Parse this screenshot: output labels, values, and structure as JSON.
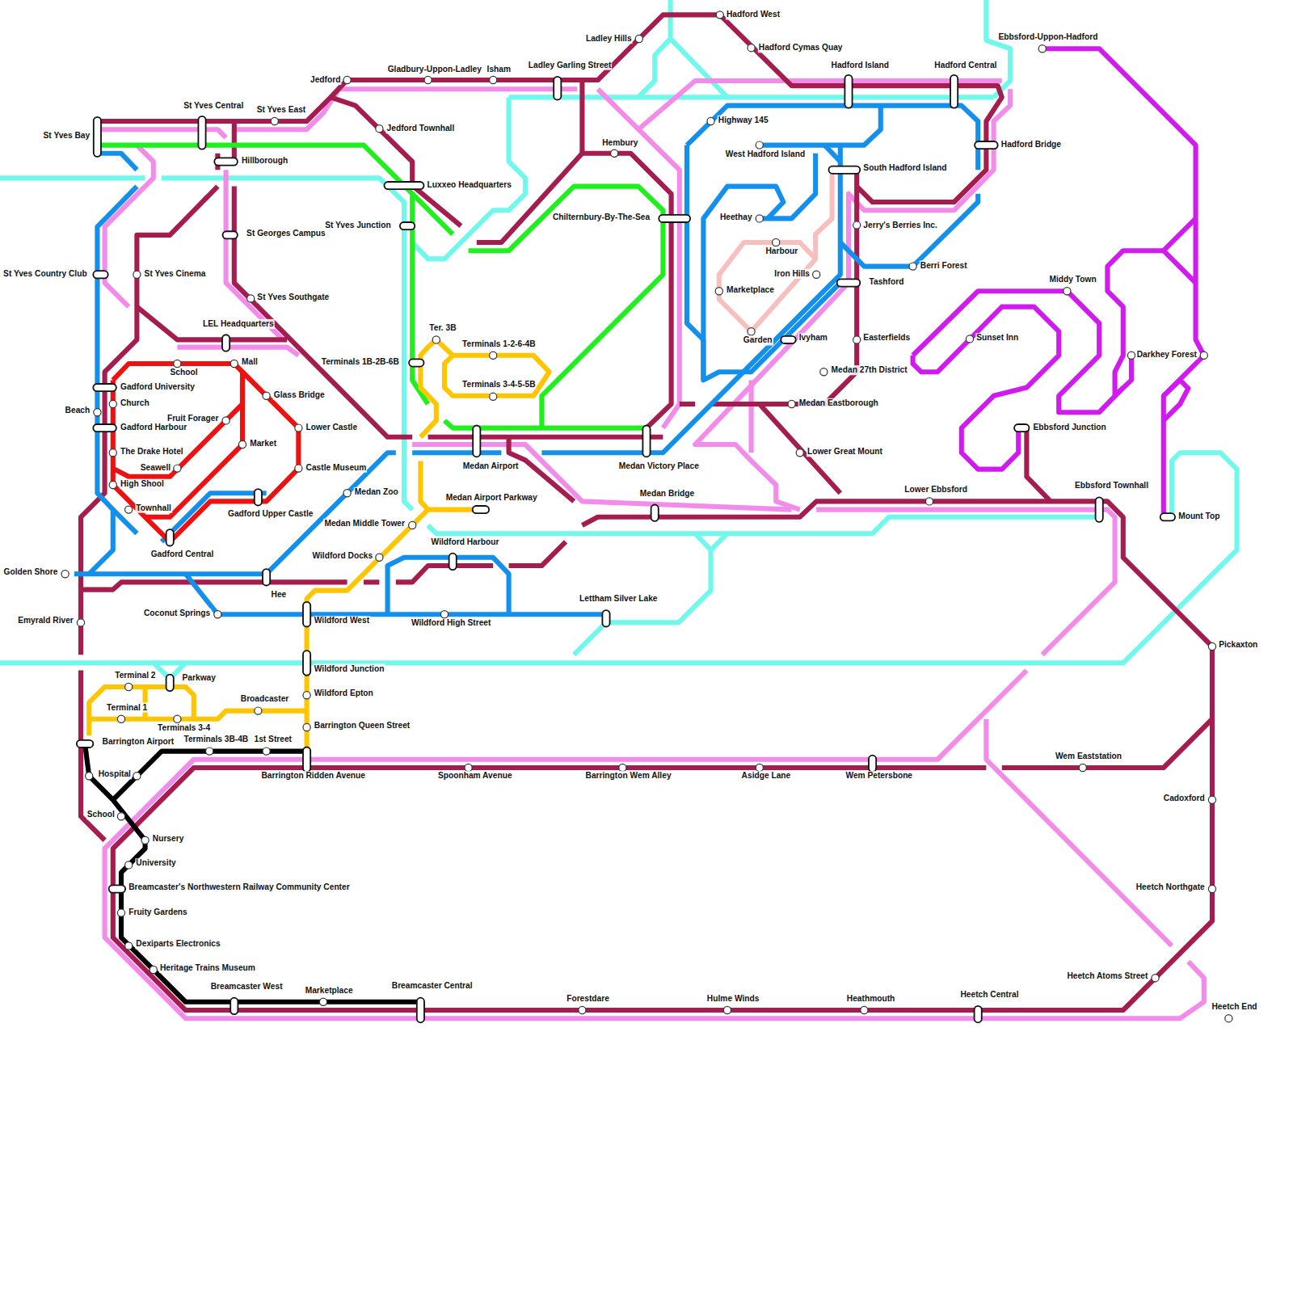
{
  "diagram": {
    "labels": [
      "Hadford West",
      "Hadford Cymas Quay",
      "Ladley Hills",
      "Ebbsford-Uppon-Hadford",
      "Jedford",
      "Gladbury-Uppon-Ladley",
      "Isham",
      "Ladley Garling Street",
      "Hadford Island",
      "Hadford Central",
      "St Yves Central",
      "St Yves East",
      "St Yves Bay",
      "Jedford Townhall",
      "Highway 145",
      "Hadford Bridge",
      "West Hadford Island",
      "Hembury",
      "Hillborough",
      "South Hadford Island",
      "Luxxeo Headquarters",
      "St Yves Junction",
      "Chilternbury-By-The-Sea",
      "Heethay",
      "Jerry's Berries Inc.",
      "St Georges Campus",
      "Harbour",
      "Berri Forest",
      "St Yves Country Club",
      "St Yves Cinema",
      "Iron Hills",
      "Tashford",
      "Middy Town",
      "Marketplace",
      "St Yves Southgate",
      "LEL Headquarters",
      "Ter. 3B",
      "Sunset Inn",
      "Garden",
      "Ivyham",
      "Easterfields",
      "Terminals 1-2-6-4B",
      "Darkhey Forest",
      "Terminals 1B-2B-6B",
      "Mall",
      "School",
      "Medan 27th District",
      "Gadford University",
      "Terminals 3-4-5-5B",
      "Glass Bridge",
      "Church",
      "Medan Eastborough",
      "Beach",
      "Fruit Forager",
      "Ebbsford Junction",
      "Gadford Harbour",
      "Lower Castle",
      "Market",
      "The Drake Hotel",
      "Lower Great Mount",
      "Medan Airport",
      "Medan Victory Place",
      "Seawell",
      "Castle Museum",
      "High Shool",
      "Lower Ebbsford",
      "Ebbsford Townhall",
      "Medan Zoo",
      "Medan Bridge",
      "Medan Airport Parkway",
      "Gadford Upper Castle",
      "Townhall",
      "Mount Top",
      "Medan Middle Tower",
      "Gadford Central",
      "Wildford Harbour",
      "Wildford Docks",
      "Golden Shore",
      "Hee",
      "Lettham Silver Lake",
      "Coconut Springs",
      "Wildford West",
      "Wildford High Street",
      "Emyrald River",
      "Pickaxton",
      "Wildford Junction",
      "Terminal 2",
      "Parkway",
      "Wildford Epton",
      "Broadcaster",
      "Terminal 1",
      "Terminals 3-4",
      "Barrington Queen Street",
      "Barrington Airport",
      "Terminals 3B-4B",
      "1st Street",
      "Wem Eaststation",
      "Barrington Ridden Avenue",
      "Spoonham Avenue",
      "Barrington Wem Alley",
      "Asidge Lane",
      "Wem Petersbone",
      "Hospital",
      "Cadoxford",
      "School",
      "Nursery",
      "University",
      "Breamcaster's Northwestern Railway Community Center",
      "Heetch Northgate",
      "Fruity Gardens",
      "Dexiparts Electronics",
      "Heritage Trains Museum",
      "Heetch Atoms Street",
      "Breamcaster West",
      "Marketplace",
      "Breamcaster Central",
      "Forestdare",
      "Hulme Winds",
      "Heathmouth",
      "Heetch Central",
      "Heetch End"
    ]
  }
}
